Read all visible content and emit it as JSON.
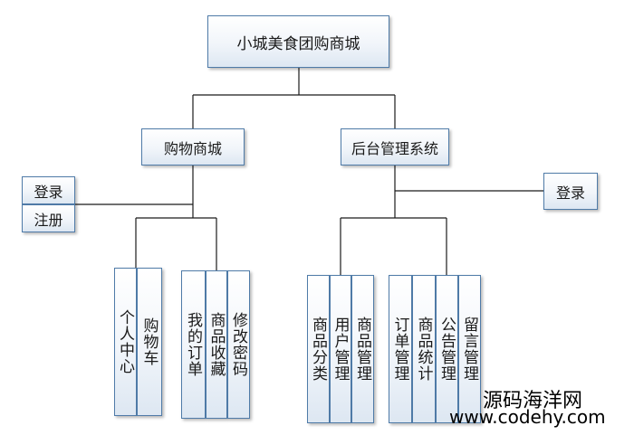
{
  "diagram": {
    "root": "小城美食团购商城",
    "left_branch": {
      "title": "购物商城",
      "side_login": "登录",
      "side_register": "注册",
      "groups": [
        [
          "个人中心",
          "购物车"
        ],
        [
          "我的订单",
          "商品收藏",
          "修改密码"
        ]
      ]
    },
    "right_branch": {
      "title": "后台管理系统",
      "side_login": "登录",
      "groups": [
        [
          "商品分类",
          "用户管理",
          "商品管理"
        ],
        [
          "订单管理",
          "商品统计",
          "公告管理",
          "留言管理"
        ]
      ]
    }
  },
  "watermark": {
    "line1": "源码海洋网",
    "line2": "www.codehy.com"
  },
  "colors": {
    "border": "#4f7ba8",
    "line": "#1a1a1a",
    "fill_bottom": "#dde7f2"
  }
}
